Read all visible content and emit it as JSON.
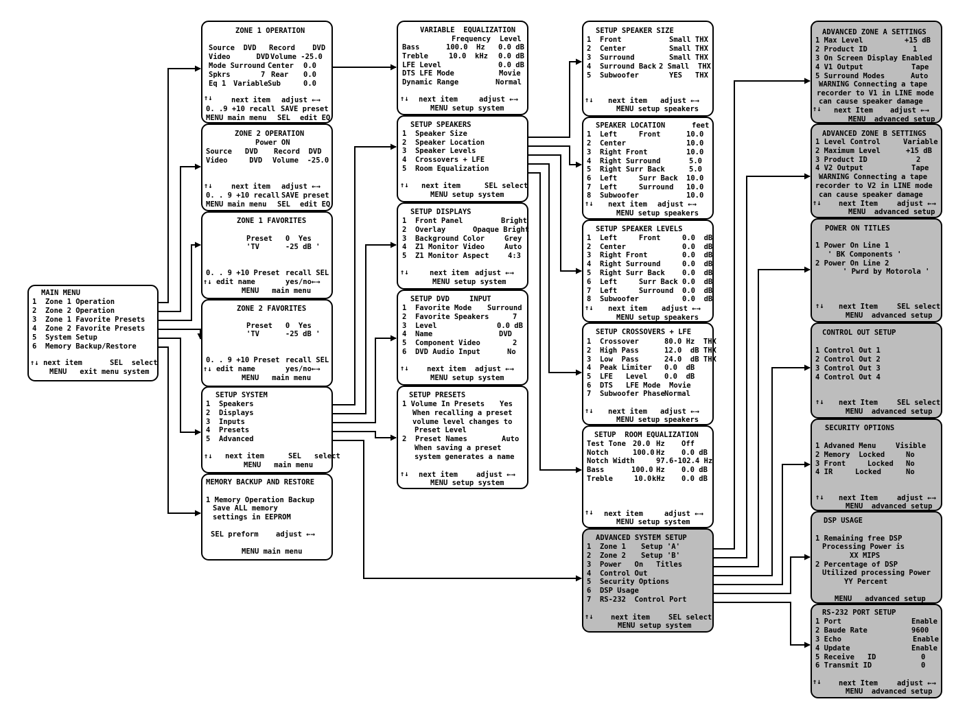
{
  "boxes": [
    {
      "id": "main-menu",
      "lines": [
        {
          "t": "MAIN MENU"
        },
        {
          "t": "1  Zone 1 Operation"
        },
        {
          "t": "2  Zone 2 Operation"
        },
        {
          "t": "3  Zone 1 Favorite Presets"
        },
        {
          "t": "4  Zone 2 Favorite Presets"
        },
        {
          "t": "5  System Setup"
        },
        {
          "t": "6  Memory Backup/Restore"
        },
        {
          "t": "↑↓ next item"
        },
        {
          "t": "SEL  select"
        },
        {
          "t": "MENU   exit menu system"
        }
      ]
    },
    {
      "id": "zone1-operation",
      "lines": [
        {
          "t": "ZONE 1 OPERATION"
        },
        {
          "t": "Source  DVD"
        },
        {
          "t": "Record    DVD"
        },
        {
          "t": "Video      DVD"
        },
        {
          "t": "Volume -25.0"
        },
        {
          "t": "Mode Surround"
        },
        {
          "t": "Center"
        },
        {
          "t": "0.0"
        },
        {
          "t": "Spkrs"
        },
        {
          "t": "7"
        },
        {
          "t": "Rear"
        },
        {
          "t": "0.0"
        },
        {
          "t": "Eq 1"
        },
        {
          "t": "Variable"
        },
        {
          "t": "Sub"
        },
        {
          "t": "0.0"
        },
        {
          "t": "↑↓"
        },
        {
          "t": "next item"
        },
        {
          "t": "adjust ←→"
        },
        {
          "t": "0. .9 +10 recall"
        },
        {
          "t": "SAVE preset"
        },
        {
          "t": "MENU main menu"
        },
        {
          "t": "SEL"
        },
        {
          "t": "edit EQ"
        }
      ]
    },
    {
      "id": "zone2-operation",
      "lines": [
        {
          "t": "ZONE 2 OPERATION"
        },
        {
          "t": "Power ON"
        },
        {
          "t": "Source   DVD"
        },
        {
          "t": "Record  DVD"
        },
        {
          "t": "Video     DVD"
        },
        {
          "t": "Volume  -25.0"
        },
        {
          "t": "↑↓"
        },
        {
          "t": "next item"
        },
        {
          "t": "adjust ←→"
        },
        {
          "t": "0. . 9 +10 recall"
        },
        {
          "t": "SAVE preset"
        },
        {
          "t": "MENU main menu"
        },
        {
          "t": "SEL"
        },
        {
          "t": "edit EQ"
        }
      ]
    },
    {
      "id": "zone1-favorites",
      "lines": [
        {
          "t": "ZONE 1 FAVORITES"
        },
        {
          "t": "Preset   0  Yes"
        },
        {
          "t": "'TV      -25 dB '"
        },
        {
          "t": "0. . 9 +10 Preset"
        },
        {
          "t": "recall SEL"
        },
        {
          "t": "↑↓ edit name"
        },
        {
          "t": "yes/no←→"
        },
        {
          "t": "MENU   main menu"
        }
      ]
    },
    {
      "id": "zone2-favorites",
      "lines": [
        {
          "t": "ZONE 2 FAVORITES"
        },
        {
          "t": "Preset   0  Yes"
        },
        {
          "t": "'TV      -25 dB '"
        },
        {
          "t": "0. . 9 +10 Preset"
        },
        {
          "t": "recall SEL"
        },
        {
          "t": "↑↓ edit name"
        },
        {
          "t": "yes/no←→"
        },
        {
          "t": "MENU   main menu"
        }
      ]
    },
    {
      "id": "setup-system",
      "lines": [
        {
          "t": "SETUP SYSTEM"
        },
        {
          "t": "1  Speakers"
        },
        {
          "t": "2  Displays"
        },
        {
          "t": "3  Inputs"
        },
        {
          "t": "4  Presets"
        },
        {
          "t": "5  Advanced"
        },
        {
          "t": "↑↓"
        },
        {
          "t": "next item"
        },
        {
          "t": "SEL   select"
        },
        {
          "t": "MENU   main menu"
        }
      ]
    },
    {
      "id": "memory-backup",
      "lines": [
        {
          "t": "MEMORY BACKUP AND RESTORE"
        },
        {
          "t": "1 Memory Operation Backup"
        },
        {
          "t": "Save ALL memory"
        },
        {
          "t": "settings in EEPROM"
        },
        {
          "t": "SEL preform"
        },
        {
          "t": "adjust ←→"
        },
        {
          "t": "MENU main menu"
        }
      ]
    },
    {
      "id": "variable-eq",
      "lines": [
        {
          "t": "VARIABLE  EQUALIZATION"
        },
        {
          "t": "Frequency"
        },
        {
          "t": "Level"
        },
        {
          "t": "Bass"
        },
        {
          "t": "100.0"
        },
        {
          "t": "Hz"
        },
        {
          "t": "0.0 dB"
        },
        {
          "t": "Treble"
        },
        {
          "t": "10.0"
        },
        {
          "t": "kHz"
        },
        {
          "t": "0.0 dB"
        },
        {
          "t": "LFE Level"
        },
        {
          "t": "0.0 dB"
        },
        {
          "t": "DTS LFE Mode"
        },
        {
          "t": "Movie"
        },
        {
          "t": "Dynamic Range"
        },
        {
          "t": "Normal"
        },
        {
          "t": "↑↓"
        },
        {
          "t": "next item"
        },
        {
          "t": "adjust ←→"
        },
        {
          "t": "MENU setup system"
        }
      ]
    },
    {
      "id": "setup-speakers",
      "lines": [
        {
          "t": "SETUP SPEAKERS"
        },
        {
          "t": "1  Speaker Size"
        },
        {
          "t": "2  Speaker Location"
        },
        {
          "t": "3  Speaker Levels"
        },
        {
          "t": "4  Crossovers + LFE"
        },
        {
          "t": "5  Room Equalization"
        },
        {
          "t": "↑↓"
        },
        {
          "t": "next item"
        },
        {
          "t": "SEL select"
        },
        {
          "t": "MENU setup system"
        }
      ]
    },
    {
      "id": "setup-displays",
      "lines": [
        {
          "t": "SETUP DISPLAYS"
        },
        {
          "t": "1  Front Panel"
        },
        {
          "t": "Bright"
        },
        {
          "t": "2  Overlay"
        },
        {
          "t": "Opaque Bright"
        },
        {
          "t": "3  Background Color"
        },
        {
          "t": "Grey"
        },
        {
          "t": "4  Z1 Monitor Video"
        },
        {
          "t": "Auto"
        },
        {
          "t": "5  Z1 Monitor Aspect"
        },
        {
          "t": "4:3"
        },
        {
          "t": "↑↓"
        },
        {
          "t": "next item"
        },
        {
          "t": "adjust ←→"
        },
        {
          "t": "MENU setup system"
        }
      ]
    },
    {
      "id": "setup-dvd-input",
      "lines": [
        {
          "t": "SETUP DVD"
        },
        {
          "t": "INPUT"
        },
        {
          "t": "1  Favorite Mode"
        },
        {
          "t": "Surround"
        },
        {
          "t": "2  Favorite Speakers"
        },
        {
          "t": "7"
        },
        {
          "t": "3  Level"
        },
        {
          "t": "0.0 dB"
        },
        {
          "t": "4  Name"
        },
        {
          "t": "DVD"
        },
        {
          "t": "5  Component Video"
        },
        {
          "t": "2"
        },
        {
          "t": "6  DVD Audio Input"
        },
        {
          "t": "No"
        },
        {
          "t": "↑↓"
        },
        {
          "t": "next item"
        },
        {
          "t": "adjust ←→"
        },
        {
          "t": "MENU setup system"
        }
      ]
    },
    {
      "id": "setup-presets",
      "lines": [
        {
          "t": "SETUP PRESETS"
        },
        {
          "t": "1 Volume In Presets"
        },
        {
          "t": "Yes"
        },
        {
          "t": "When recalling a preset"
        },
        {
          "t": "volume level changes to"
        },
        {
          "t": "Preset Level"
        },
        {
          "t": "2  Preset Names"
        },
        {
          "t": "Auto"
        },
        {
          "t": "When saving a preset"
        },
        {
          "t": "system generates a name"
        },
        {
          "t": "↑↓"
        },
        {
          "t": "next item"
        },
        {
          "t": "adjust ←→"
        },
        {
          "t": "MENU setup system"
        }
      ]
    },
    {
      "id": "speaker-size",
      "lines": [
        {
          "t": "SETUP SPEAKER SIZE"
        },
        {
          "t": "1  Front"
        },
        {
          "t": "Small THX"
        },
        {
          "t": "2  Center"
        },
        {
          "t": "Small THX"
        },
        {
          "t": "3  Surround"
        },
        {
          "t": "Small THX"
        },
        {
          "t": "4  Surround Back"
        },
        {
          "t": "2 Small  THX"
        },
        {
          "t": "5  Subwoofer"
        },
        {
          "t": "YES   THX"
        },
        {
          "t": "↑↓"
        },
        {
          "t": "next item"
        },
        {
          "t": "adjust ←→"
        },
        {
          "t": "MENU setup speakers"
        }
      ]
    },
    {
      "id": "speaker-location",
      "lines": [
        {
          "t": "SPEAKER LOCATION"
        },
        {
          "t": "feet"
        },
        {
          "t": "1  Left     Front"
        },
        {
          "t": "10.0"
        },
        {
          "t": "2  Center"
        },
        {
          "t": "10.0"
        },
        {
          "t": "3  Right Front"
        },
        {
          "t": "10.0"
        },
        {
          "t": "4  Right Surround"
        },
        {
          "t": "5.0"
        },
        {
          "t": "5  Right Surr Back"
        },
        {
          "t": "5.0"
        },
        {
          "t": "6  Left     Surr Back"
        },
        {
          "t": "10.0"
        },
        {
          "t": "7  Left     Surround"
        },
        {
          "t": "10.0"
        },
        {
          "t": "8  Subwoofer"
        },
        {
          "t": "10.0"
        },
        {
          "t": "↑↓"
        },
        {
          "t": "next item"
        },
        {
          "t": "adjust ←→"
        },
        {
          "t": "MENU setup speakers"
        }
      ]
    },
    {
      "id": "speaker-levels",
      "lines": [
        {
          "t": "SETUP SPEAKER LEVELS"
        },
        {
          "t": "1  Left     Front"
        },
        {
          "t": "0.0  dB"
        },
        {
          "t": "2  Center"
        },
        {
          "t": "0.0  dB"
        },
        {
          "t": "3  Right Front"
        },
        {
          "t": "0.0  dB"
        },
        {
          "t": "4  Right Surround"
        },
        {
          "t": "0.0  dB"
        },
        {
          "t": "5  Right Surr Back"
        },
        {
          "t": "0.0  dB"
        },
        {
          "t": "6  Left     Surr Back"
        },
        {
          "t": "0.0  dB"
        },
        {
          "t": "7  Left     Surround"
        },
        {
          "t": "0.0  dB"
        },
        {
          "t": "8  Subwoofer"
        },
        {
          "t": "0.0  dB"
        },
        {
          "t": "↑↓"
        },
        {
          "t": "next item"
        },
        {
          "t": "adjust ←→"
        },
        {
          "t": "MENU setup speakers"
        }
      ]
    },
    {
      "id": "crossovers-lfe",
      "lines": [
        {
          "t": "SETUP CROSSOVERS + LFE"
        },
        {
          "t": "1  Crossover"
        },
        {
          "t": "80.0 Hz  THX"
        },
        {
          "t": "2  High Pass"
        },
        {
          "t": "12.0  dB THX"
        },
        {
          "t": "3  Low  Pass"
        },
        {
          "t": "24.0  dB THX"
        },
        {
          "t": "4  Peak Limiter"
        },
        {
          "t": "0.0  dB"
        },
        {
          "t": "5  LFE   Level"
        },
        {
          "t": "0.0  dB"
        },
        {
          "t": "6  DTS   LFE Mode"
        },
        {
          "t": "Movie"
        },
        {
          "t": "7  Subwoofer Phase"
        },
        {
          "t": "Normal"
        },
        {
          "t": "↑↓"
        },
        {
          "t": "next item"
        },
        {
          "t": "adjust ←→"
        },
        {
          "t": "MENU setup speakers"
        }
      ]
    },
    {
      "id": "room-eq",
      "lines": [
        {
          "t": "SETUP  ROOM EQUALIZATION"
        },
        {
          "t": "Test Tone"
        },
        {
          "t": "20.0"
        },
        {
          "t": "Hz"
        },
        {
          "t": "Off"
        },
        {
          "t": "Notch"
        },
        {
          "t": "100.0"
        },
        {
          "t": "Hz"
        },
        {
          "t": "0.0 dB"
        },
        {
          "t": "Notch Width"
        },
        {
          "t": "97.6-102.4 Hz"
        },
        {
          "t": "Bass"
        },
        {
          "t": "100.0"
        },
        {
          "t": "Hz"
        },
        {
          "t": "0.0 dB"
        },
        {
          "t": "Treble"
        },
        {
          "t": "10.0"
        },
        {
          "t": "kHz"
        },
        {
          "t": "0.0 dB"
        },
        {
          "t": "↑↓"
        },
        {
          "t": "next item"
        },
        {
          "t": "adjust ←→"
        },
        {
          "t": "MENU setup system"
        }
      ]
    },
    {
      "id": "advanced-system-setup",
      "lines": [
        {
          "t": "ADVANCED SYSTEM SETUP"
        },
        {
          "t": "1  Zone 1"
        },
        {
          "t": "Setup 'A'"
        },
        {
          "t": "2  Zone 2"
        },
        {
          "t": "Setup 'B'"
        },
        {
          "t": "3  Power   On   Titles"
        },
        {
          "t": "4  Control Out"
        },
        {
          "t": "5  Security Options"
        },
        {
          "t": "6  DSP Usage"
        },
        {
          "t": "7  RS-232  Control Port"
        },
        {
          "t": "↑↓"
        },
        {
          "t": "next item"
        },
        {
          "t": "SEL select"
        },
        {
          "t": "MENU setup system"
        }
      ]
    },
    {
      "id": "adv-zone-a",
      "lines": [
        {
          "t": "ADVANCED ZONE A SETTINGS"
        },
        {
          "t": "1 Max Level"
        },
        {
          "t": "+15 dB"
        },
        {
          "t": "2 Product ID"
        },
        {
          "t": "1"
        },
        {
          "t": "3 On Screen Display"
        },
        {
          "t": "Enabled"
        },
        {
          "t": "4 V1 Output"
        },
        {
          "t": "Tape"
        },
        {
          "t": "5 Surround Modes"
        },
        {
          "t": "Auto"
        },
        {
          "t": "WARNING Connecting a tape"
        },
        {
          "t": "recorder to V1 in LINE mode"
        },
        {
          "t": "can cause speaker damage"
        },
        {
          "t": "↑↓"
        },
        {
          "t": "next Item"
        },
        {
          "t": "adjust ←→"
        },
        {
          "t": "MENU  advanced setup"
        }
      ]
    },
    {
      "id": "adv-zone-b",
      "lines": [
        {
          "t": "ADVANCED ZONE B SETTINGS"
        },
        {
          "t": "1 Level Control"
        },
        {
          "t": "Variable"
        },
        {
          "t": "2 Maximum Level"
        },
        {
          "t": "+15 dB"
        },
        {
          "t": "3 Product ID"
        },
        {
          "t": "2"
        },
        {
          "t": "4 V2 Output"
        },
        {
          "t": "Tape"
        },
        {
          "t": "WARNING Connecting a tape"
        },
        {
          "t": "recorder to V2 in LINE mode"
        },
        {
          "t": "can cause speaker damage"
        },
        {
          "t": "↑↓"
        },
        {
          "t": "next Item"
        },
        {
          "t": "adjust ←→"
        },
        {
          "t": "MENU  advanced setup"
        }
      ]
    },
    {
      "id": "power-on-titles",
      "lines": [
        {
          "t": "POWER ON TITLES"
        },
        {
          "t": "1 Power On Line 1"
        },
        {
          "t": "' BK Components '"
        },
        {
          "t": "2 Power On Line 2"
        },
        {
          "t": "' Pwrd by Motorola '"
        },
        {
          "t": "↑↓"
        },
        {
          "t": "next Item"
        },
        {
          "t": "SEL select"
        },
        {
          "t": "MENU  advanced setup"
        }
      ]
    },
    {
      "id": "control-out",
      "lines": [
        {
          "t": "CONTROL OUT SETUP"
        },
        {
          "t": "1 Control Out 1"
        },
        {
          "t": "2 Control Out 2"
        },
        {
          "t": "3 Control Out 3"
        },
        {
          "t": "4 Control Out 4"
        },
        {
          "t": "↑↓"
        },
        {
          "t": "next Item"
        },
        {
          "t": "SEL select"
        },
        {
          "t": "MENU  advanced setup"
        }
      ]
    },
    {
      "id": "security-options",
      "lines": [
        {
          "t": "SECURITY OPTIONS"
        },
        {
          "t": "1 Advaned Menu"
        },
        {
          "t": "Visible"
        },
        {
          "t": "2 Memory  Locked"
        },
        {
          "t": "No"
        },
        {
          "t": "3 Front     Locked"
        },
        {
          "t": "No"
        },
        {
          "t": "4 IR"
        },
        {
          "t": "Locked"
        },
        {
          "t": "No"
        },
        {
          "t": "↑↓"
        },
        {
          "t": "next Item"
        },
        {
          "t": "adjust ←→"
        },
        {
          "t": "MENU  advanced setup"
        }
      ]
    },
    {
      "id": "dsp-usage",
      "lines": [
        {
          "t": "DSP USAGE"
        },
        {
          "t": "1 Remaining free DSP"
        },
        {
          "t": "Processing Power is"
        },
        {
          "t": "XX MIPS"
        },
        {
          "t": "2 Percentage of DSP"
        },
        {
          "t": "Utilized processing Power"
        },
        {
          "t": "YY Percent"
        },
        {
          "t": "MENU   advanced setup"
        }
      ]
    },
    {
      "id": "rs232-port",
      "lines": [
        {
          "t": "RS-232 PORT SETUP"
        },
        {
          "t": "1 Port"
        },
        {
          "t": "Enable"
        },
        {
          "t": "2 Baude Rate"
        },
        {
          "t": "9600"
        },
        {
          "t": "3 Echo"
        },
        {
          "t": "Enable"
        },
        {
          "t": "4 Update"
        },
        {
          "t": "Enable"
        },
        {
          "t": "5 Receive   ID"
        },
        {
          "t": "0"
        },
        {
          "t": "6 Transmit ID"
        },
        {
          "t": "0"
        },
        {
          "t": "↑↓"
        },
        {
          "t": "next Item"
        },
        {
          "t": "adjust ←→"
        },
        {
          "t": "MENU  advanced setup"
        }
      ]
    }
  ]
}
